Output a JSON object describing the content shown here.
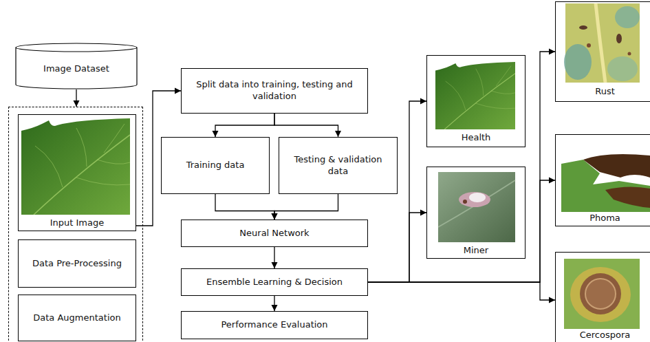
{
  "diagram": {
    "nodes": [
      {
        "text": [
          "Image Dataset"
        ]
      },
      {
        "text": []
      },
      {
        "text": [
          "Input Image"
        ],
        "in": 1
      },
      {
        "text": [
          "Data Pre-Processing"
        ],
        "in": 1
      },
      {
        "text": [
          "Data Augmentation"
        ],
        "in": 1
      },
      {
        "text": [
          "Split data into training, testing and validation"
        ]
      },
      {
        "text": [
          "Training data"
        ]
      },
      {
        "text": [
          "Testing & validation data"
        ]
      },
      {
        "text": [
          "Neural Network"
        ]
      },
      {
        "text": [
          "Ensemble Learning & Decision"
        ]
      },
      {
        "text": [
          "Performance Evaluation"
        ]
      },
      {
        "text": [
          "Health"
        ]
      },
      {
        "text": [
          "Miner"
        ]
      },
      {
        "text": [
          "Rust"
        ]
      },
      {
        "text": [
          "Phoma"
        ]
      },
      {
        "text": [
          "Cercospora"
        ]
      }
    ],
    "edges": [
      {
        "from": 0,
        "to": 1,
        "arrow": "to"
      },
      {
        "from": 2,
        "to": 5,
        "arrow": "to"
      },
      {
        "from": 5,
        "to": 6,
        "arrow": "to"
      },
      {
        "from": 5,
        "to": 7,
        "arrow": "to"
      },
      {
        "from": 6,
        "to": 8,
        "arrow": "to"
      },
      {
        "from": 7,
        "to": 8,
        "arrow": "to"
      },
      {
        "from": 8,
        "to": 9,
        "arrow": "to"
      },
      {
        "from": 9,
        "to": 10,
        "arrow": "to"
      },
      {
        "from": 9,
        "to": 11,
        "arrow": "to"
      },
      {
        "from": 9,
        "to": 12,
        "arrow": "to"
      },
      {
        "from": 9,
        "to": 13,
        "arrow": "to"
      },
      {
        "from": 9,
        "to": 14,
        "arrow": "to"
      },
      {
        "from": 9,
        "to": 15,
        "arrow": "to"
      }
    ]
  }
}
